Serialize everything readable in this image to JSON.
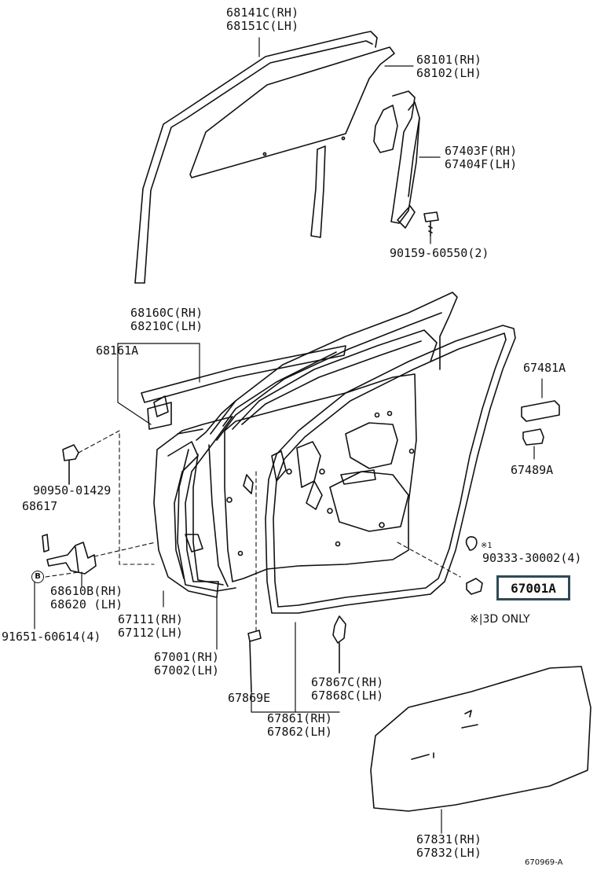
{
  "diagram": {
    "labels": {
      "p68141": [
        "68141C(RH)",
        "68151C(LH)"
      ],
      "p68101": [
        "68101(RH)",
        "68102(LH)"
      ],
      "p67403": [
        "67403F(RH)",
        "67404F(LH)"
      ],
      "p90159": "90159-60550(2)",
      "p68160": [
        "68160C(RH)",
        "68210C(LH)"
      ],
      "p68161": "68161A",
      "p67481": "67481A",
      "p67489": "67489A",
      "p90950": "90950-01429",
      "p68617": "68617",
      "p90333": "90333-30002(4)",
      "p67001a": "67001A",
      "p68610": [
        "68610B(RH)",
        "68620 (LH)"
      ],
      "p91651": "91651-60614(4)",
      "p67111": [
        "67111(RH)",
        "67112(LH)"
      ],
      "p67001": [
        "67001(RH)",
        "67002(LH)"
      ],
      "p67867": [
        "67867C(RH)",
        "67868C(LH)"
      ],
      "p67869": "67869E",
      "p67861": [
        "67861(RH)",
        "67862(LH)"
      ],
      "p67831": [
        "67831(RH)",
        "67832(LH)"
      ]
    },
    "note": "※|3D ONLY",
    "mark_90333": "※1",
    "bolt_mark": "B",
    "ref": "670969-A",
    "highlight_color": "#2f4a55"
  }
}
